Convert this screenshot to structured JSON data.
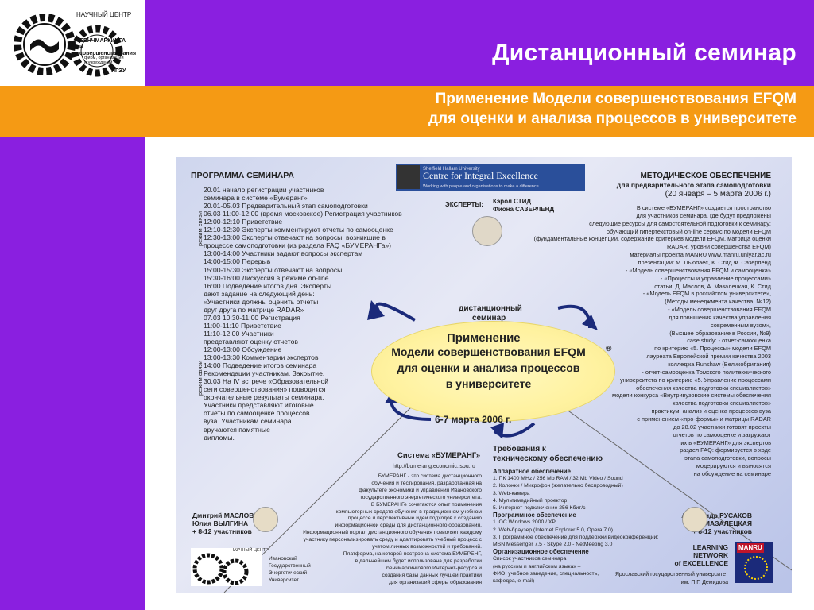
{
  "logo": {
    "center_label": "НАУЧНЫЙ ЦЕНТР",
    "ring_text": "БЕНЧМАРКИНГА и совершенствования",
    "ring_sub": "фирм, организаций и учреждений",
    "abbr": "ИГЭУ"
  },
  "header": {
    "title": "Дистанционный семинар",
    "subtitle_line1": "Применение Модели совершенствования EFQM",
    "subtitle_line2": "для оценки и анализа процессов в университете"
  },
  "poster": {
    "program": {
      "heading": "ПРОГРАММА СЕМИНАРА",
      "lines": [
        "20.01 начало регистрации участников",
        "семинара в системе «Бумеранг»",
        "20.01-05.03 Предварительный этап самоподготовки",
        "06.03   11:00-12:00 (время московское) Регистрация участников",
        "12:00-12:10 Приветствие",
        "12:10-12:30 Эксперты комментируют отчеты по самооценке",
        "12:30-13:00 Эксперты отвечают на вопросы, возникшие в",
        "процессе самоподготовки (из раздела FAQ «БУМЕРАНГа»)",
        "13:00-14:00 Участники задают вопросы экспертам",
        "14:00-15:00 Перерыв",
        "15:00-15:30 Эксперты отвечают на вопросы",
        "15:30-16:00 Дискуссия в режиме on-line",
        "16:00 Подведение итогов дня. Эксперты",
        "дают задание на следующий день:",
        "«Участники должны оценить отчеты",
        "друг друга по матрице RADAR»",
        "07.03   10:30-11:00 Регистрация",
        "11:00-11:10 Приветствие",
        "11:10-12:00 Участники",
        "представляют оценку отчетов",
        "12:00-13:00 Обсуждение",
        "13:00-13:30 Комментарии экспертов",
        "14:00 Подведение итогов семинара",
        "Рекомендации участникам. Закрытие.",
        "30.03   На IV встрече «Образовательной",
        "сети совершенствования» подводятся",
        "окончательные результаты семинара.",
        "Участники представляют итоговые",
        "отчеты по самооценке процессов",
        "вуза. Участникам семинара",
        "вручаются памятные",
        "дипломы."
      ],
      "mode_label": "режим связи"
    },
    "centre": {
      "top": "Sheffield Hallam University",
      "name": "Centre for Integral Excellence",
      "tagline": "Working with people and organisations to make a difference"
    },
    "experts": {
      "label": "ЭКСПЕРТЫ:",
      "names": [
        "Кэрол СТИД",
        "Фиона САЗЕРЛЕНД"
      ]
    },
    "method": {
      "heading": "МЕТОДИЧЕСКОЕ ОБЕСПЕЧЕНИЕ",
      "sub": "для предварительного этапа самоподготовки",
      "dates": "(20 января – 5 марта 2006 г.)",
      "lines": [
        "В системе «БУМЕРАНГ» создается пространство",
        "для участников семинара, где будут предложены",
        "следующие ресурсы для самостоятельной подготовки к семинару:",
        "обучающий гипертекстовый on-line сервис по модели EFQM",
        "(фундаментальные концепции, содержание критериев модели EFQM, матрица оценки",
        "RADAR, уровни совершенства EFQM)",
        "материалы проекта MANRU www.manru.uniyar.ac.ru",
        "презентации: М. Пьюпаес, К. Стид Ф. Сазерленд",
        "- «Модель совершенствования EFQM и самооценка»",
        "- «Процессы и управление процессами»",
        "статьи: Д. Маслов, А. Мазалецкая, К. Стид",
        "- «Модель EFQM в российском университете»,",
        "(Методы менеджмента качества, №12)",
        "- «Модель совершенствования EFQM",
        "для повышения качества управления",
        "современным вузом»,",
        "(Высшее образование в России, №9)",
        "case study: - отчет-самооценка",
        "по критерию «5. Процессы» модели EFQM",
        "лауреата Европейской премии качества 2003",
        "колледжа Runshaw (Великобритания)",
        "- отчет-самооценка Томского политехнического",
        "университета по критерию «5. Управление процессами",
        "обеспечения качества подготовки специалистов»",
        "модели конкурса «Внутривузовские системы обеспечения",
        "качества подготовки специалистов»",
        "практикум: анализ и оценка процессов вуза",
        "с применением «про-формы» и матрицы RADAR",
        "до 28.02 участники готовят проекты",
        "отчетов по самооценке и загружают",
        "их в «БУМЕРАНГ» для экспертов",
        "раздел FAQ: формируется в ходе",
        "этапа самоподготовки, вопросы",
        "модерируются и выносятся",
        "на обсуждение на семинаре"
      ]
    },
    "center": {
      "top_label1": "дистанционный",
      "top_label2": "семинар",
      "l1": "Применение",
      "l2": "Модели совершенствования EFQM",
      "reg": "®",
      "l3": "для оценки и анализа процессов",
      "l4": "в университете",
      "dates": "6-7 марта 2006 г."
    },
    "boomerang": {
      "title": "Система «БУМЕРАНГ»",
      "url": "http://bumerang.economic.ispu.ru",
      "text": [
        "БУМЕРАНГ - это система дистанционного",
        "обучения и тестирования, разработанная на",
        "факультете экономики и управления Ивановского",
        "государственного энергетического университета.",
        "В БУМЕРАНГе сочетаются опыт применения",
        "компьютерных средств обучения в традиционном учебном",
        "процессе и перспективные идеи подходов к созданию",
        "информационной среды для дистанционного образования.",
        "Информационный портал дистанционного обучения позволяет каждому",
        "участнику персонализировать среду и адаптировать учебный процесс с",
        "учетом личных возможностей и требований.",
        "Платформа, на которой построена система БУМЕРЕНГ,",
        "в дальнейшем будет использована для разработки",
        "бенчмаркингового Интернет-ресурса и",
        "создания базы данных лучшей практики",
        "для организаций сферы образования"
      ]
    },
    "tech": {
      "title1": "Требования к",
      "title2": "техническому обеспечению",
      "hw": "Аппаратное обеспечение",
      "hw_items": [
        "1. ПК 1400 MHz / 256 Mb RAM / 32 Mb Video / Sound",
        "2. Колонки / Микрофон (желательно беспроводный)",
        "3. Web-камера",
        "4. Мультимедийный проектор",
        "5. Интернет-подключение 256 Кбит/с"
      ],
      "sw": "Программное обеспечение",
      "sw_items": [
        "1. ОС Windows 2000 / XP",
        "2. Web-браузер (Internet Explorer 5.0, Opera 7.0)",
        "3. Программное обеспечение для поддержки видеоконференций:",
        "MSN Messenger 7.5 - Skype 2.0 - NetMeeting 3.0"
      ],
      "org": "Организационное обеспечение",
      "org_items": [
        "Список участников семинара",
        "(на русском и английском языках –",
        "ФИО, учебное заведение, специальность,",
        "кафедра, e-mail)"
      ]
    },
    "left_people": {
      "n1": "Дмитрий МАСЛОВ",
      "n2": "Юлия ВЫЛГИНА",
      "n3": "+ 8-12 участников"
    },
    "right_people": {
      "n1": "Александр РУСАКОВ",
      "n2": "Анна МАЗАЛЕЦКАЯ",
      "n3": "+ 8-12 участников"
    },
    "bottom_left": {
      "label": "НАУЧНЫЙ ЦЕНТР",
      "lines": [
        "Ивановский",
        "Государственный",
        "Энергетический",
        "Университет"
      ]
    },
    "bottom_right": {
      "l1": "LEARNING",
      "l2": "NETWORK",
      "l3": "of EXCELLENCE",
      "uni": "Ярославский государственный университет",
      "uni2": "им. П.Г. Демидова",
      "badge": "MANRU"
    }
  },
  "colors": {
    "purple": "#8a1fe0",
    "orange": "#f59a14",
    "red": "#c0152a",
    "navy": "#1b2a7a"
  }
}
